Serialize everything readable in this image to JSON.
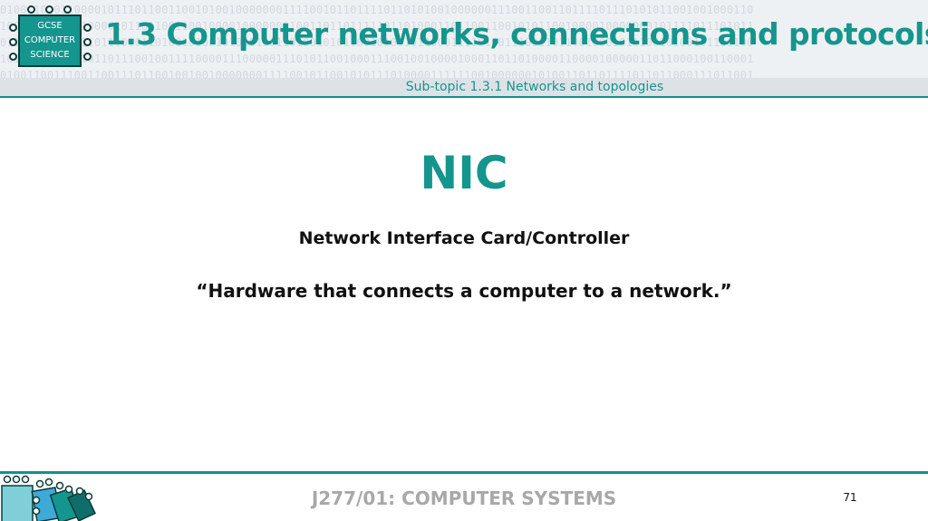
{
  "header": {
    "title": "1.3 Computer networks, connections and protocols",
    "subtopic": "Sub-topic 1.3.1 Networks and topologies",
    "binary_rows": [
      "0100110101100001011101100110010100100000001111001011011110110101001000000111001100110111101110101011001001000110",
      "1000100100101000010110110011001000010000001100110110111110110100011011001100101011001000010000000101111011101011",
      "0111001001101101110101101001010010100010011010010101100101011011000111101001110011011001000101110010100101100100",
      "1011011100111011011100100111100001110000011101011001000111001001000010001101101000011000010000011011000100110001",
      "0100110011100110011101100100100100000001111001011001010111010000111111001000000101001101101111011011000111011001"
    ],
    "colors": {
      "accent": "#14958d",
      "band": "#dde2e6"
    }
  },
  "logo": {
    "line1": "GCSE",
    "line2": "COMPUTER",
    "line3": "SCIENCE"
  },
  "main": {
    "heading": "NIC",
    "subheading": "Network Interface Card/Controller",
    "definition": "“Hardware that connects a computer to a network.”"
  },
  "footer": {
    "title": "J277/01: COMPUTER SYSTEMS",
    "page_number": "71"
  }
}
